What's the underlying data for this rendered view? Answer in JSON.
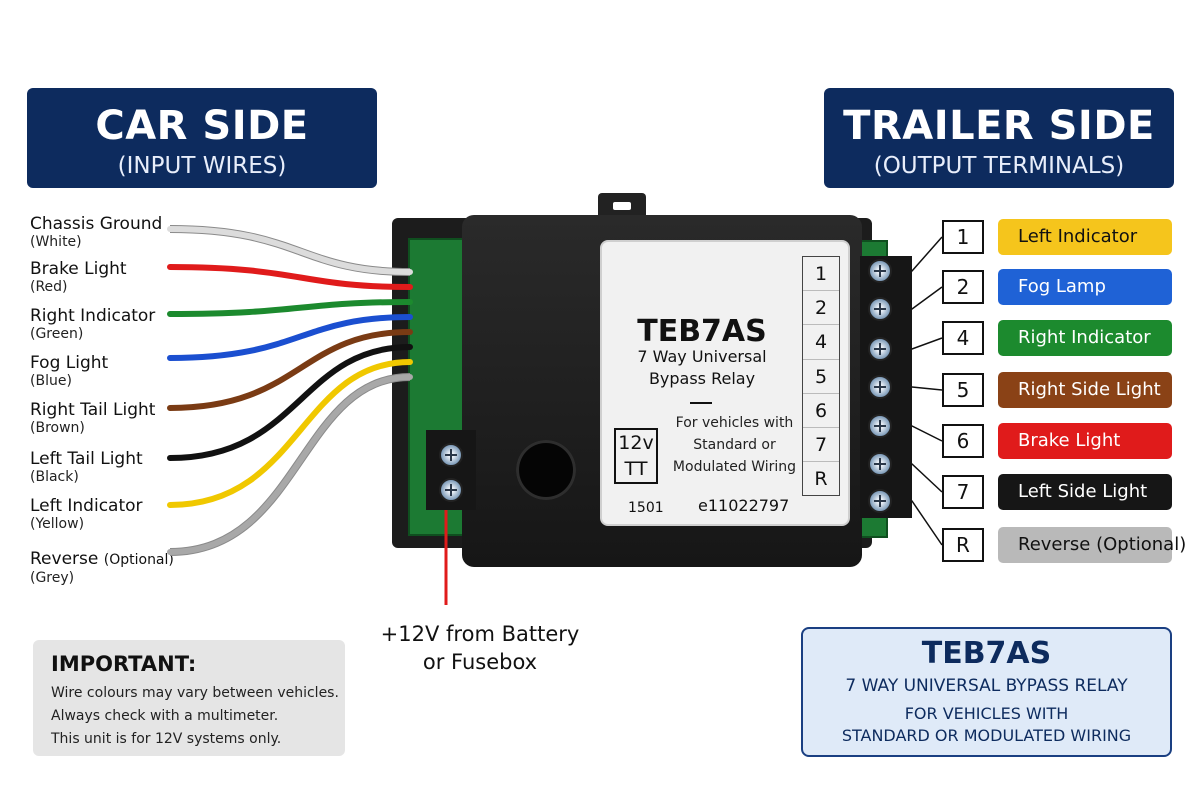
{
  "car_side": {
    "title": "CAR SIDE",
    "subtitle": "(INPUT WIRES)"
  },
  "trailer_side": {
    "title": "TRAILER SIDE",
    "subtitle": "(OUTPUT TERMINALS)"
  },
  "input_wires": [
    {
      "name": "Chassis Ground",
      "optional": "",
      "colour": "(White)",
      "hex": "#dcdcdc"
    },
    {
      "name": "Brake Light",
      "optional": "",
      "colour": "(Red)",
      "hex": "#e01b1b"
    },
    {
      "name": "Right Indicator",
      "optional": "",
      "colour": "(Green)",
      "hex": "#1c8a2e"
    },
    {
      "name": "Fog Light",
      "optional": "",
      "colour": "(Blue)",
      "hex": "#1b4fd0"
    },
    {
      "name": "Right Tail Light",
      "optional": "",
      "colour": "(Brown)",
      "hex": "#7a3b14"
    },
    {
      "name": "Left Tail Light",
      "optional": "",
      "colour": "(Black)",
      "hex": "#111111"
    },
    {
      "name": "Left Indicator",
      "optional": "",
      "colour": "(Yellow)",
      "hex": "#f0c800"
    },
    {
      "name": "Reverse",
      "optional": "(Optional)",
      "colour": "(Grey)",
      "hex": "#a8a8a8"
    }
  ],
  "unit_label": {
    "model": "TEB7AS",
    "line1": "7 Way Universal",
    "line2": "Bypass Relay",
    "note1": "For vehicles with",
    "note2": "Standard or",
    "note3": "Modulated Wiring",
    "volt1": "12v",
    "volt2": "TT",
    "code": "1501",
    "ecode": "e11022797",
    "pins": [
      "1",
      "2",
      "4",
      "5",
      "6",
      "7",
      "R"
    ]
  },
  "output_terminals": [
    {
      "num": "1",
      "label": "Left Indicator",
      "bg": "#f5c51c",
      "fg": "#111111"
    },
    {
      "num": "2",
      "label": "Fog Lamp",
      "bg": "#1f62d6",
      "fg": "#ffffff"
    },
    {
      "num": "4",
      "label": "Right Indicator",
      "bg": "#1c8a2e",
      "fg": "#ffffff"
    },
    {
      "num": "5",
      "label": "Right Side Light",
      "bg": "#8a4216",
      "fg": "#ffffff"
    },
    {
      "num": "6",
      "label": "Brake Light",
      "bg": "#e01b1b",
      "fg": "#ffffff"
    },
    {
      "num": "7",
      "label": "Left Side Light",
      "bg": "#161616",
      "fg": "#ffffff"
    },
    {
      "num": "R",
      "label": "Reverse (Optional)",
      "bg": "#b9b9b9",
      "fg": "#111111"
    }
  ],
  "power_wire": {
    "line1": "+12V from Battery",
    "line2": "or Fusebox",
    "hex": "#e01b1b"
  },
  "important": {
    "title": "IMPORTANT:",
    "lines": [
      "Wire colours may vary between vehicles.",
      "Always check with a multimeter.",
      "This unit is for 12V systems only."
    ]
  },
  "info_box": {
    "model": "TEB7AS",
    "desc": "7 WAY UNIVERSAL BYPASS RELAY",
    "note1": "FOR VEHICLES WITH",
    "note2": "STANDARD OR MODULATED WIRING"
  },
  "colors": {
    "header_navy": "#0d2b5e",
    "pcb_green": "#1c7a33",
    "unit_body": "#1c1c1c"
  }
}
